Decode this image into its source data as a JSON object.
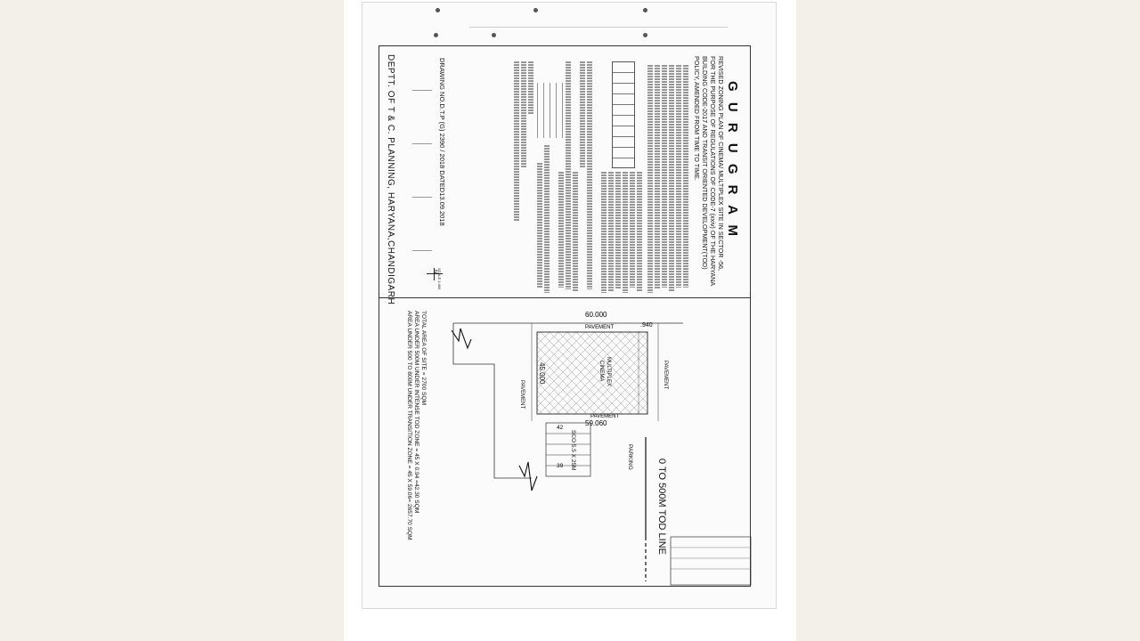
{
  "document": {
    "city_title": "G U R U G R A M",
    "heading_lines": [
      "REVISED ZONING PLAN OF CINEMA/ MULTIPLEX SITE IN SECTOR -56,",
      "FOR THE PURPOSE OF REGULATIONS OF CODE-7 (xxiv) OF THE HARYANA",
      "BUILDING CODE-2017 AND TRANSIT ORIENTED DEVELOPMENT(TOD)",
      "POLICY, AMENDED FROM TIME TO TIME."
    ],
    "drawing_no": "DRAWING NO.D.T.P (G) 2390 / 2018  DATED13.09.2018",
    "department": "DEPTT. OF T & C. PLANNING, HARYANA,CHANDIGARH",
    "scale": "SCALE 1:400",
    "north": "N"
  },
  "plan": {
    "dim_top": "60.000",
    "dim_side": "45.000",
    "dim_bottom": "59.060",
    "dim_corner": ".940",
    "pavement_top": "PAVEMENT",
    "pavement_right": "PAVEMENT",
    "pavement_left": "PAVEMENT",
    "pavement_bottom": "PAVEMENT",
    "site_label_1": "MULTIPLEX",
    "site_label_2": "CINEMA",
    "parking": "PARKING",
    "sco_label": "SCO 5.5 X 25M",
    "sco_top": "42",
    "sco_bottom": "39",
    "tod_line": "0 TO 500M TOD LINE"
  },
  "areas": {
    "total": "TOTAL AREA OF SITE = 2700 SQM",
    "intense": "AREA UNDER 500M UNDER INTENSE TOD ZONE = 45 X 0.94 =42.30 SQM",
    "transition": "AREA UNDER 500 TO 800M UNDER TRANSITION ZONE = 45 X 59.06= 2657.70 SQM"
  }
}
